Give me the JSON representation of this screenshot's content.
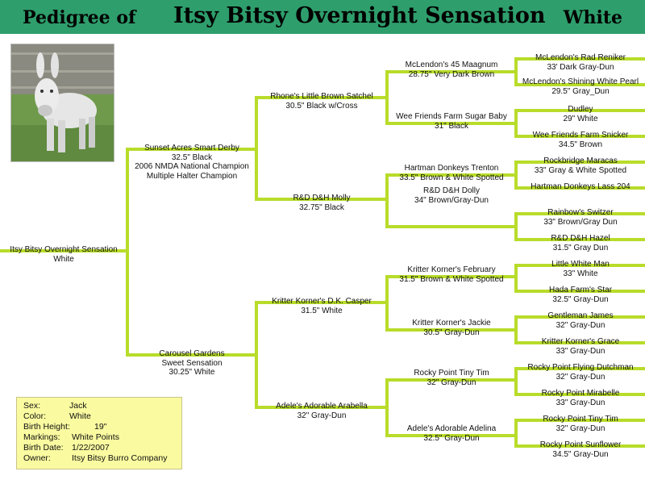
{
  "header": {
    "prefix": "Pedigree of",
    "name": "Itsy Bitsy Overnight Sensation",
    "color": "White"
  },
  "colors": {
    "header_bg": "#2e9e6c",
    "connector": "#b8dc2a",
    "info_bg": "#fafaa0"
  },
  "photo": {
    "icon": "donkey-foal-photo"
  },
  "pedigree": {
    "subject": {
      "name": "Itsy Bitsy Overnight Sensation",
      "details": [
        "White"
      ]
    },
    "sire": {
      "name": "Sunset Acres Smart Derby",
      "details": [
        "32.5\" Black",
        "2006 NMDA National Champion",
        "Multiple Halter Champion"
      ]
    },
    "dam": {
      "name": "Carousel Gardens",
      "details": [
        "Sweet Sensation",
        "30.25\" White"
      ]
    },
    "g2": [
      {
        "name": "Rhone's Little Brown Satchel",
        "details": [
          "30.5\" Black w/Cross"
        ]
      },
      {
        "name": "R&D D&H Molly",
        "details": [
          "32.75\" Black"
        ]
      },
      {
        "name": "Kritter Korner's D.K. Casper",
        "details": [
          "31.5\" White"
        ]
      },
      {
        "name": "Adele's Adorable Arabella",
        "details": [
          "32\" Gray-Dun"
        ]
      }
    ],
    "g3": [
      {
        "name": "McLendon's 45 Maagnum",
        "details": [
          "28.75\" Very Dark Brown"
        ]
      },
      {
        "name": "Wee Friends Farm Sugar Baby",
        "details": [
          "31\" Black"
        ]
      },
      {
        "name": "Hartman Donkeys Trenton",
        "details": [
          "33.5\" Brown & White Spotted"
        ]
      },
      {
        "name": "R&D D&H Dolly",
        "details": [
          "34\" Brown/Gray-Dun"
        ]
      },
      {
        "name": "Kritter Korner's February",
        "details": [
          "31.5\" Brown & White Spotted"
        ]
      },
      {
        "name": "Kritter Korner's Jackie",
        "details": [
          "30.5\" Gray-Dun"
        ]
      },
      {
        "name": "Rocky Point Tiny Tim",
        "details": [
          "32\" Gray-Dun"
        ]
      },
      {
        "name": "Adele's Adorable Adelina",
        "details": [
          "32.5\" Gray-Dun"
        ]
      }
    ],
    "g4": [
      {
        "name": "McLendon's Rad Reniker",
        "details": [
          "33' Dark Gray-Dun"
        ]
      },
      {
        "name": "McLendon's Shining White Pearl",
        "details": [
          "29.5\" Gray_Dun"
        ]
      },
      {
        "name": "Dudley",
        "details": [
          "29\" White"
        ]
      },
      {
        "name": "Wee Friends Farm Snicker",
        "details": [
          "34.5\" Brown"
        ]
      },
      {
        "name": "Rockbridge Maracas",
        "details": [
          "33\" Gray & White Spotted"
        ]
      },
      {
        "name": "Hartman Donkeys Lass 204",
        "details": []
      },
      {
        "name": "Rainbow's Switzer",
        "details": [
          "33\" Brown/Gray Dun"
        ]
      },
      {
        "name": "R&D D&H Hazel",
        "details": [
          "31.5\" Gray Dun"
        ]
      },
      {
        "name": "Little White Man",
        "details": [
          "33\" White"
        ]
      },
      {
        "name": "Hada Farm's Star",
        "details": [
          "32.5\" Gray-Dun"
        ]
      },
      {
        "name": "Gentleman James",
        "details": [
          "32\" Gray-Dun"
        ]
      },
      {
        "name": "Kritter Korner's Grace",
        "details": [
          "33\" Gray-Dun"
        ]
      },
      {
        "name": "Rocky Point Flying Dutchman",
        "details": [
          "32\" Gray-Dun"
        ]
      },
      {
        "name": "Rocky Point Mirabelle",
        "details": [
          "33\" Gray-Dun"
        ]
      },
      {
        "name": "Rocky Point Tiny Tim",
        "details": [
          "32\" Gray-Dun"
        ]
      },
      {
        "name": "Rocky Point Sunflower",
        "details": [
          "34.5\" Gray-Dun"
        ]
      }
    ]
  },
  "info": [
    {
      "key": "Sex:",
      "value": "Jack"
    },
    {
      "key": "Color:",
      "value": "White"
    },
    {
      "key": "Birth Height:",
      "value": "19\""
    },
    {
      "key": "Markings:",
      "value": "White Points"
    },
    {
      "key": "Birth Date:",
      "value": "1/22/2007"
    },
    {
      "key": "Owner:",
      "value": "Itsy Bitsy Burro Company"
    }
  ]
}
